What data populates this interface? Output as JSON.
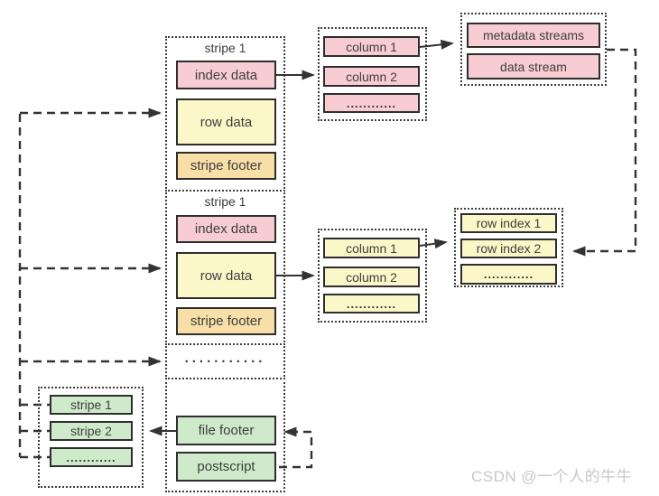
{
  "colors": {
    "pink": "#f8ccd3",
    "yellow": "#fbf7c8",
    "orange": "#f8dfa7",
    "green": "#cfeaca",
    "line": "#333333",
    "watermark_gray": "#c8c8c8"
  },
  "stripe_section_top": {
    "title": "stripe 1",
    "index_data": "index data",
    "row_data": "row data",
    "stripe_footer": "stripe footer"
  },
  "stripe_section_mid": {
    "title": "stripe 1",
    "index_data": "index data",
    "row_data": "row data",
    "stripe_footer": "stripe footer"
  },
  "more_stripes_ellipsis": "...........",
  "file_tail": {
    "file_footer": "file footer",
    "postscript": "postscript"
  },
  "index_columns": {
    "column1": "column 1",
    "column2": "column 2",
    "more": "............"
  },
  "data_columns": {
    "column1": "column 1",
    "column2": "column 2",
    "more": "............"
  },
  "streams": {
    "metadata": "metadata streams",
    "data": "data stream"
  },
  "row_indexes": {
    "index1": "row index 1",
    "index2": "row index 2",
    "more": "............"
  },
  "stripe_list": {
    "stripe1": "stripe 1",
    "stripe2": "stripe 2",
    "more": "............"
  },
  "watermark": "CSDN @一个人的牛牛"
}
